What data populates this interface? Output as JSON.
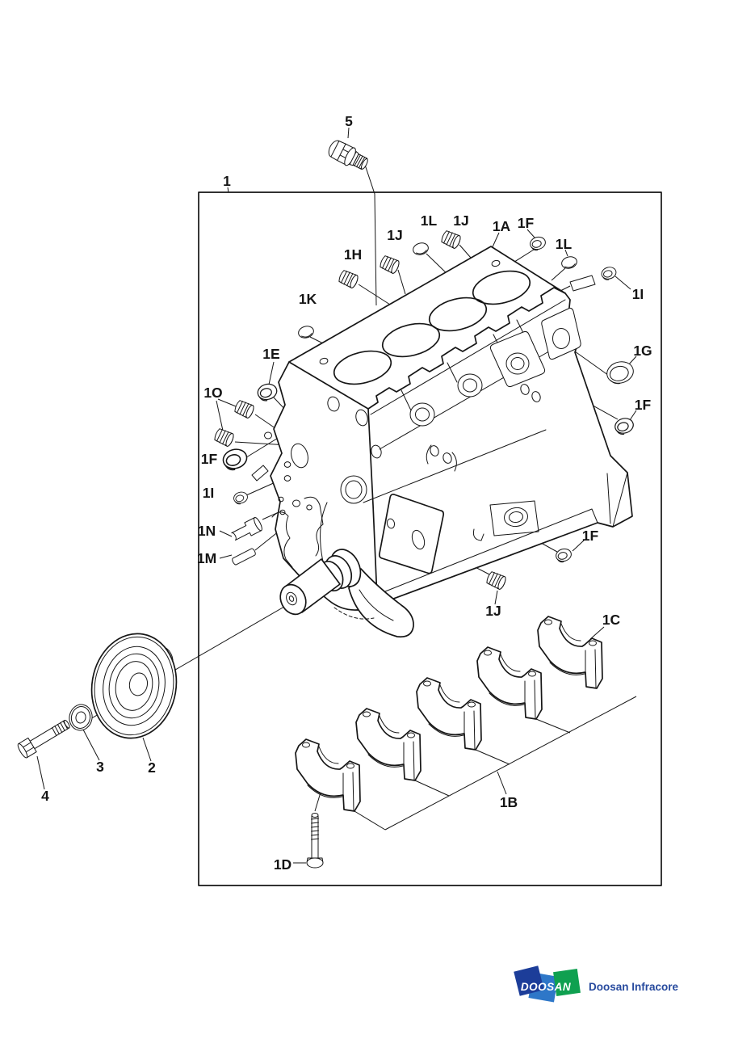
{
  "callouts": [
    {
      "text": "1"
    },
    {
      "text": "5"
    },
    {
      "text": "1H"
    },
    {
      "text": "1J"
    },
    {
      "text": "1L"
    },
    {
      "text": "1J"
    },
    {
      "text": "1A"
    },
    {
      "text": "1F"
    },
    {
      "text": "1L"
    },
    {
      "text": "1I"
    },
    {
      "text": "1K"
    },
    {
      "text": "1E"
    },
    {
      "text": "1G"
    },
    {
      "text": "1O"
    },
    {
      "text": "1F"
    },
    {
      "text": "1F"
    },
    {
      "text": "1I"
    },
    {
      "text": "1N"
    },
    {
      "text": "1M"
    },
    {
      "text": "1F"
    },
    {
      "text": "1J"
    },
    {
      "text": "1C"
    },
    {
      "text": "1B"
    },
    {
      "text": "1D"
    },
    {
      "text": "2"
    },
    {
      "text": "3"
    },
    {
      "text": "4"
    }
  ],
  "footer": {
    "logo_word": "DOOSAN",
    "brand_name": "Doosan Infracore"
  },
  "colors": {
    "line": "#161616",
    "logo_navy": "#1c3d99",
    "logo_blue": "#2e77c8",
    "logo_green": "#0fa050",
    "brand_text": "#274a9e",
    "background": "#ffffff"
  }
}
